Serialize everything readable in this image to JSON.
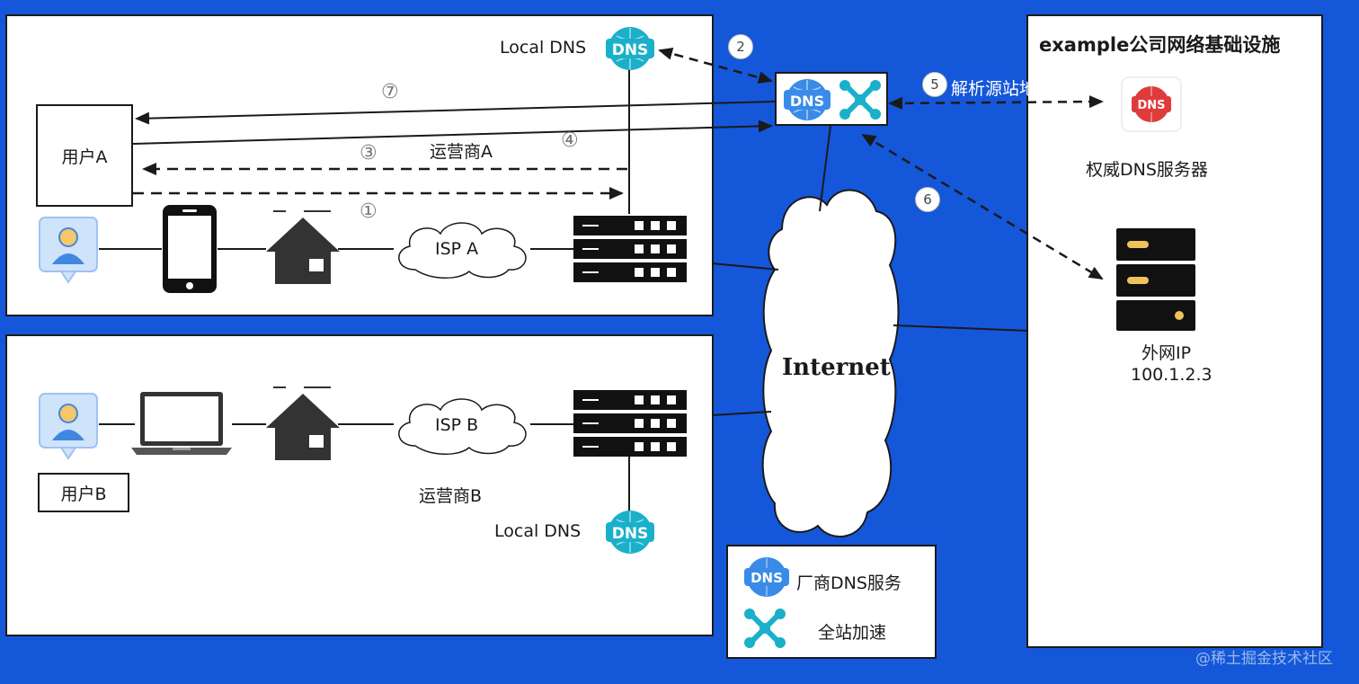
{
  "panels": {
    "isp_a": {
      "user_label": "用户A",
      "carrier_label": "运营商A",
      "isp_cloud_label": "ISP A",
      "local_dns_label": "Local DNS"
    },
    "isp_b": {
      "user_label": "用户B",
      "carrier_label": "运营商B",
      "isp_cloud_label": "ISP B",
      "local_dns_label": "Local DNS"
    },
    "infra": {
      "title": "example公司网络基础设施",
      "auth_dns_label": "权威DNS服务器",
      "origin_label_line1": "外网IP",
      "origin_label_line2": "100.1.2.3"
    }
  },
  "internet_label": "Internet",
  "dns_icon_text": "DNS",
  "steps": {
    "s1": "①",
    "s2": "2",
    "s3": "③",
    "s4": "④",
    "s5": "5",
    "s6": "6",
    "s7": "⑦"
  },
  "step5_label": "解析源站地址",
  "legend": {
    "vendor_dns": "厂商DNS服务",
    "acceleration": "全站加速"
  },
  "watermark": "@稀土掘金技术社区",
  "colors": {
    "background": "#1457d9",
    "dns_blue": "#3a8be8",
    "accel_cyan": "#1ab0c9",
    "auth_dns_red": "#e03b3b",
    "server_black": "#111111",
    "server_gold": "#f0c25a"
  }
}
